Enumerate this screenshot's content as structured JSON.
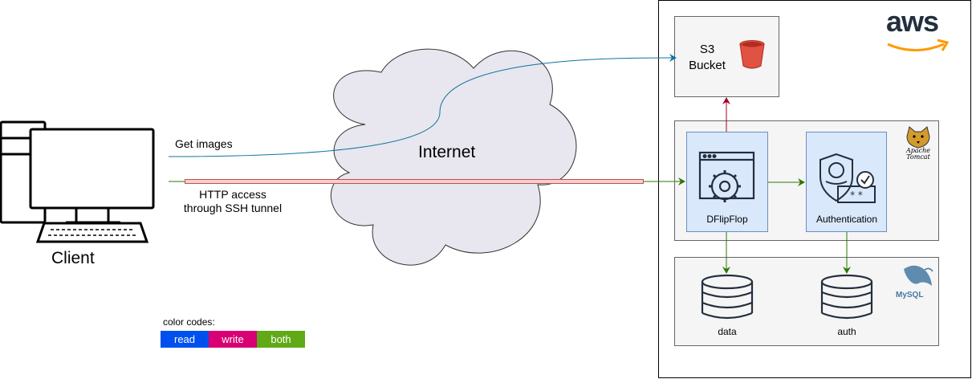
{
  "client": {
    "label": "Client"
  },
  "cloud": {
    "label": "Internet"
  },
  "connections": {
    "get_images": "Get images",
    "http_access_line1": "HTTP access",
    "http_access_line2": "through SSH tunnel"
  },
  "aws": {
    "logo_text": "aws"
  },
  "s3": {
    "line1": "S3",
    "line2": "Bucket"
  },
  "tomcat": {
    "logo_line1": "Apache",
    "logo_line2": "Tomcat"
  },
  "services": {
    "dflipflop": "DFlipFlop",
    "authentication": "Authentication"
  },
  "databases": {
    "data": "data",
    "auth": "auth"
  },
  "mysql": {
    "logo_text": "MySQL"
  },
  "legend": {
    "title": "color codes:",
    "items": [
      {
        "label": "read",
        "color": "#0050ef"
      },
      {
        "label": "write",
        "color": "#d80073"
      },
      {
        "label": "both",
        "color": "#60a917"
      }
    ]
  },
  "colors": {
    "read_arrow": "#10739e",
    "write_arrow": "#a20025",
    "both_arrow": "#2d7600",
    "tunnel_stroke": "#b85450",
    "tunnel_fill": "#f8cecc",
    "service_fill": "#dae8fc",
    "service_stroke": "#6c8ebf",
    "group_fill": "#f5f5f5",
    "group_stroke": "#666666"
  }
}
